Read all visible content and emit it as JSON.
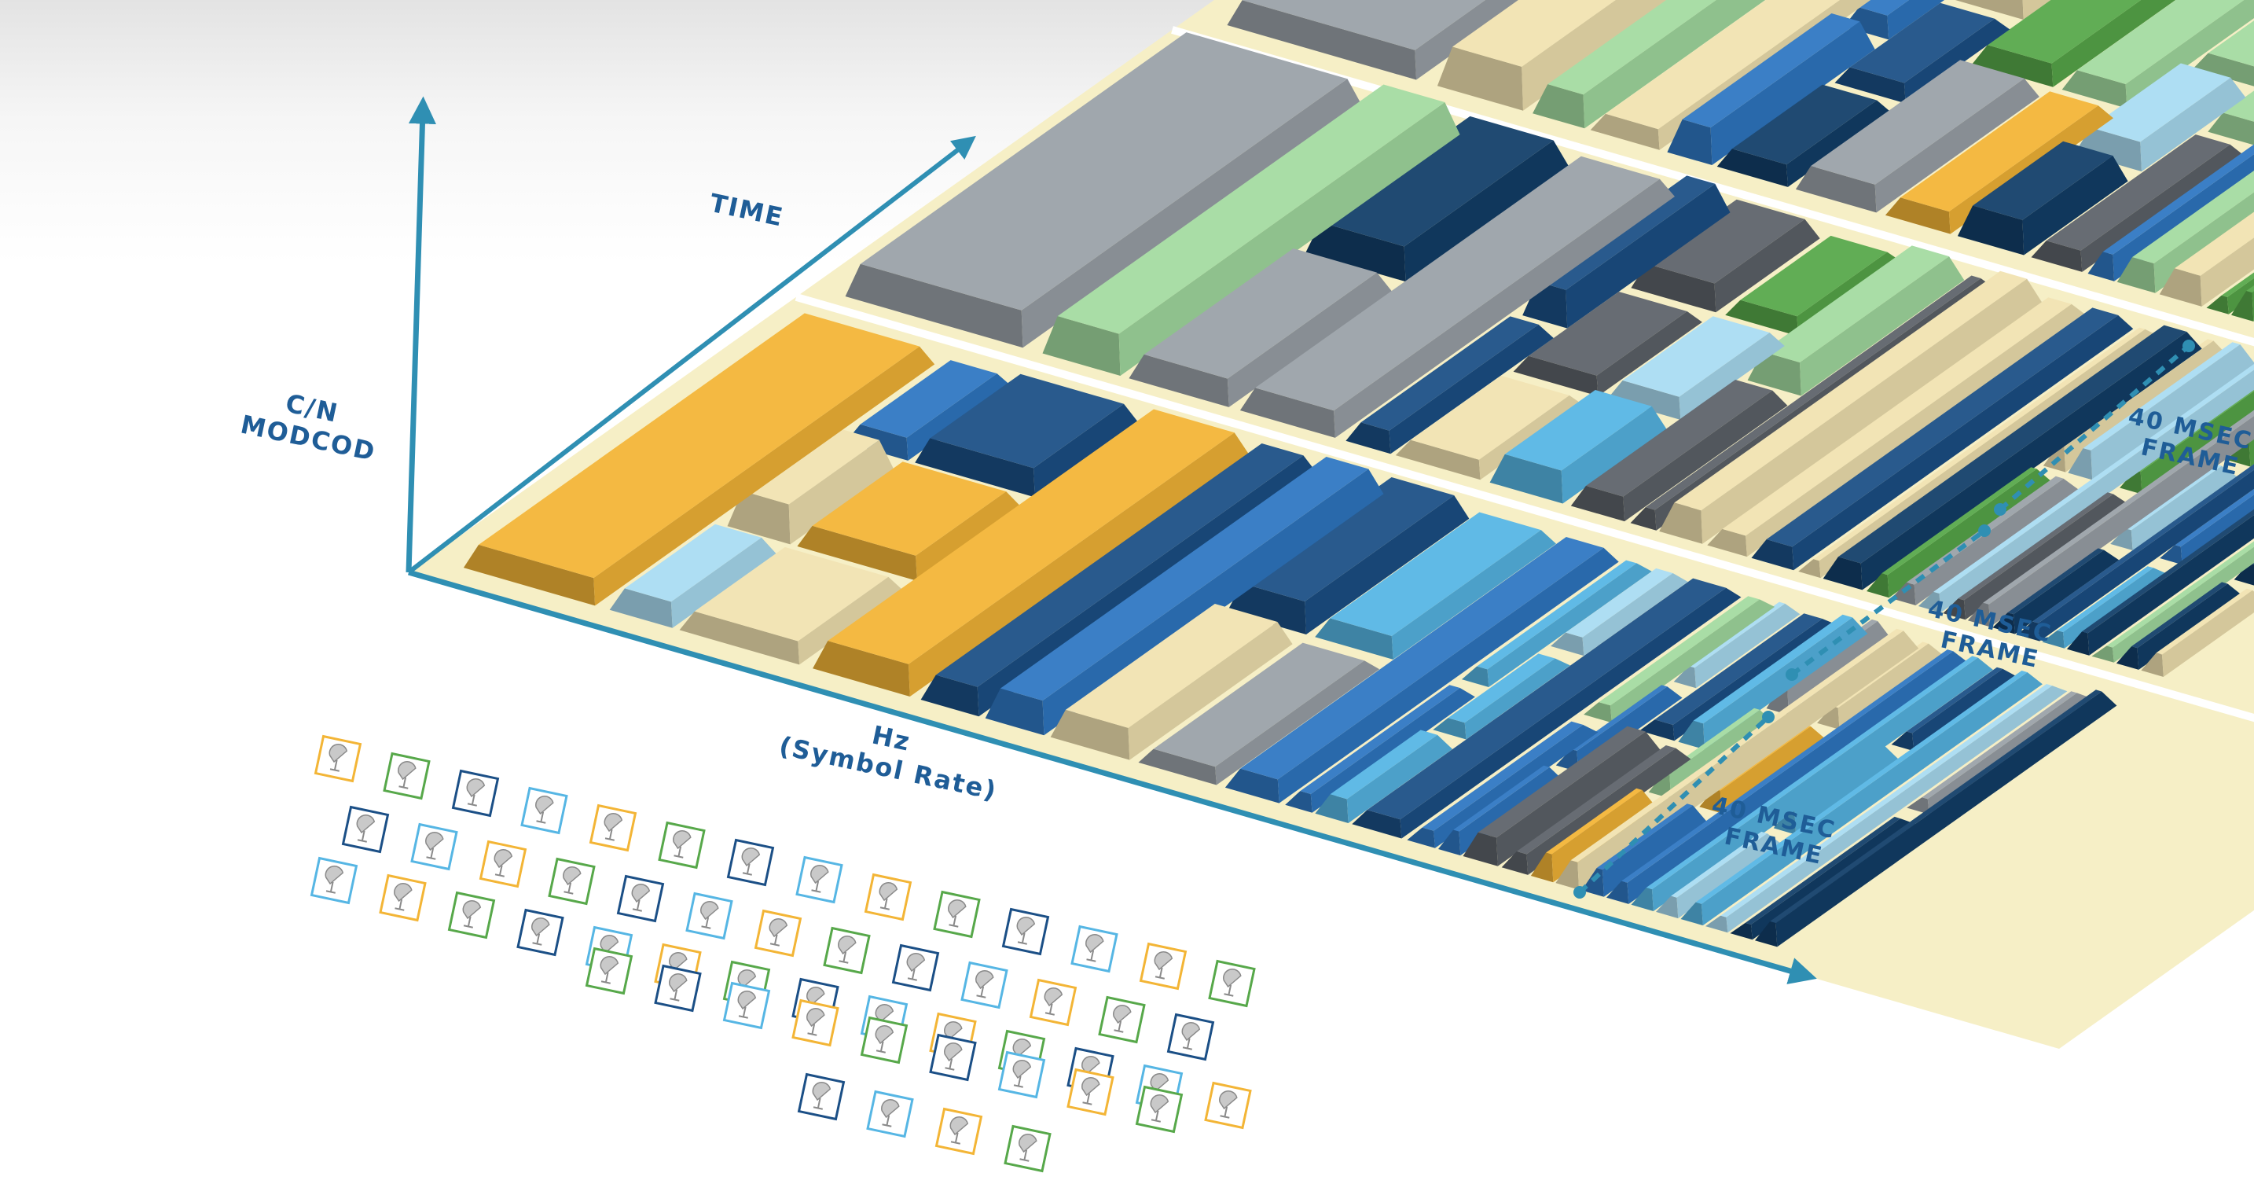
{
  "diagram": {
    "axes": {
      "vertical_line1": "C/N",
      "vertical_line2": "MODCOD",
      "depth": "TIME",
      "horizontal_line1": "Hz",
      "horizontal_line2": "(Symbol Rate)"
    },
    "frames": [
      {
        "line1": "40 MSEC",
        "line2": "FRAME"
      },
      {
        "line1": "40 MSEC",
        "line2": "FRAME"
      },
      {
        "line1": "40 MSEC",
        "line2": "FRAME"
      }
    ],
    "colors": {
      "axis": "#2f8fb3",
      "axis_label": "#1f5d97",
      "plane": "#f6efc6",
      "palette": [
        "#f3b536",
        "#2f77c2",
        "#1b4f86",
        "#57a84a",
        "#a3dba0",
        "#f1e2b0",
        "#5d636a",
        "#9aa1a8",
        "#a9dcf2",
        "#56b6e4",
        "#123e69"
      ]
    },
    "terminal_icon": "satellite-dish-icon"
  }
}
